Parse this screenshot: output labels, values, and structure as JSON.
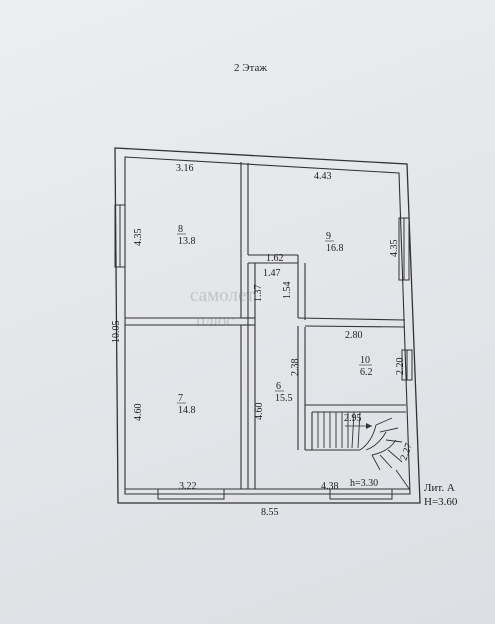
{
  "floor_title": "2 Этаж",
  "lit": {
    "line1": "Лит. А",
    "line2": "Н=3.60"
  },
  "rooms": [
    {
      "number": "8",
      "area": "13.8"
    },
    {
      "number": "9",
      "area": "16.8"
    },
    {
      "number": "7",
      "area": "14.8"
    },
    {
      "number": "6",
      "area": "15.5"
    },
    {
      "number": "10",
      "area": "6.2"
    }
  ],
  "dimensions": {
    "d_3_16": "3.16",
    "d_4_43": "4.43",
    "d_4_35_left": "4.35",
    "d_4_35_right": "4.35",
    "d_1_62": "1.62",
    "d_1_47": "1.47",
    "d_1_37": "1.37",
    "d_1_54": "1.54",
    "d_10_05": "10.05",
    "d_2_80": "2.80",
    "d_2_38": "2.38",
    "d_2_20": "2.20",
    "d_4_60_left": "4.60",
    "d_4_60_mid": "4.60",
    "d_2_95": "2.95",
    "d_2_27": "2.27",
    "d_3_22": "3.22",
    "d_4_38": "4.38",
    "d_8_55": "8.55",
    "ceiling_h": "h=3.30"
  },
  "watermark": {
    "line1": "самолет",
    "line2": "плюс"
  }
}
